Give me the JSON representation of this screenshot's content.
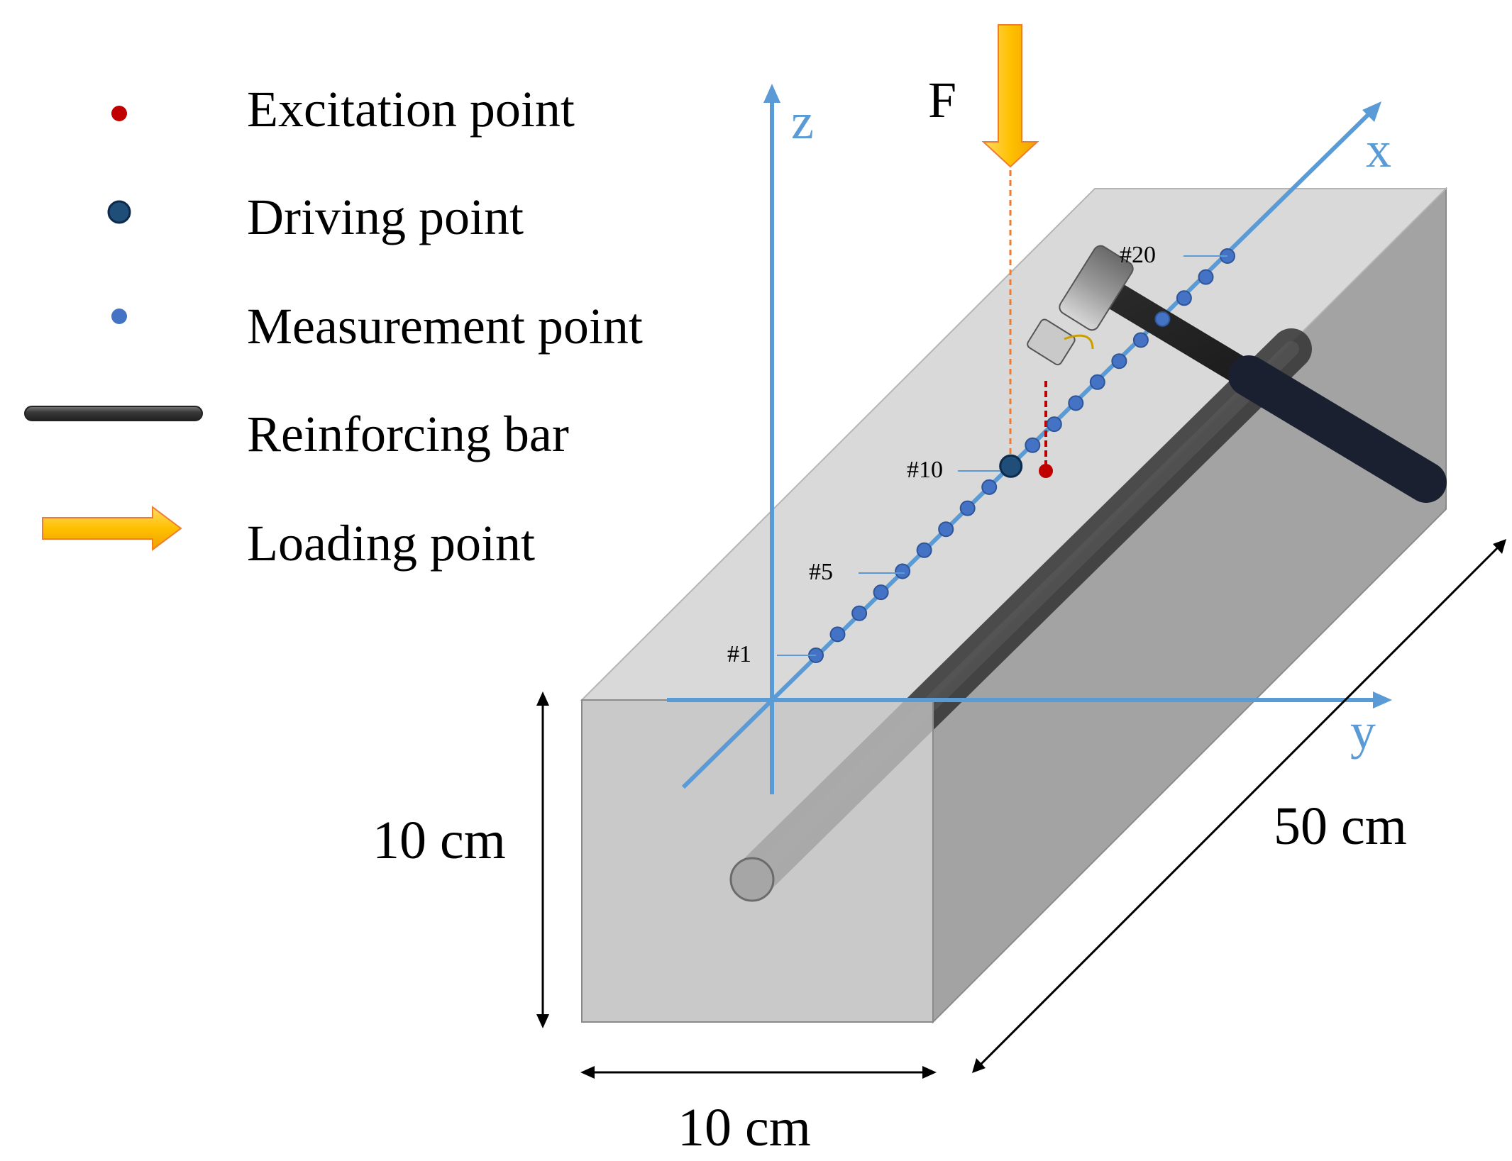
{
  "legend": {
    "excitation": "Excitation point",
    "driving": "Driving point",
    "measurement": "Measurement point",
    "rebar": "Reinforcing bar",
    "loading": "Loading point"
  },
  "axes": {
    "z": "z",
    "x": "x",
    "y": "y"
  },
  "force_label": "F",
  "point_labels": {
    "p1": "#1",
    "p5": "#5",
    "p10": "#10",
    "p20": "#20"
  },
  "dimensions": {
    "height": "10 cm",
    "width": "10 cm",
    "length": "50 cm"
  },
  "measurement_point_count": 20,
  "driving_point_index": 10,
  "colors": {
    "excitation": "#c00000",
    "driving": "#1f4e79",
    "measurement": "#4472c4",
    "axis": "#5b9bd5",
    "arrow": "#ffc000",
    "rebar": "#404040"
  }
}
